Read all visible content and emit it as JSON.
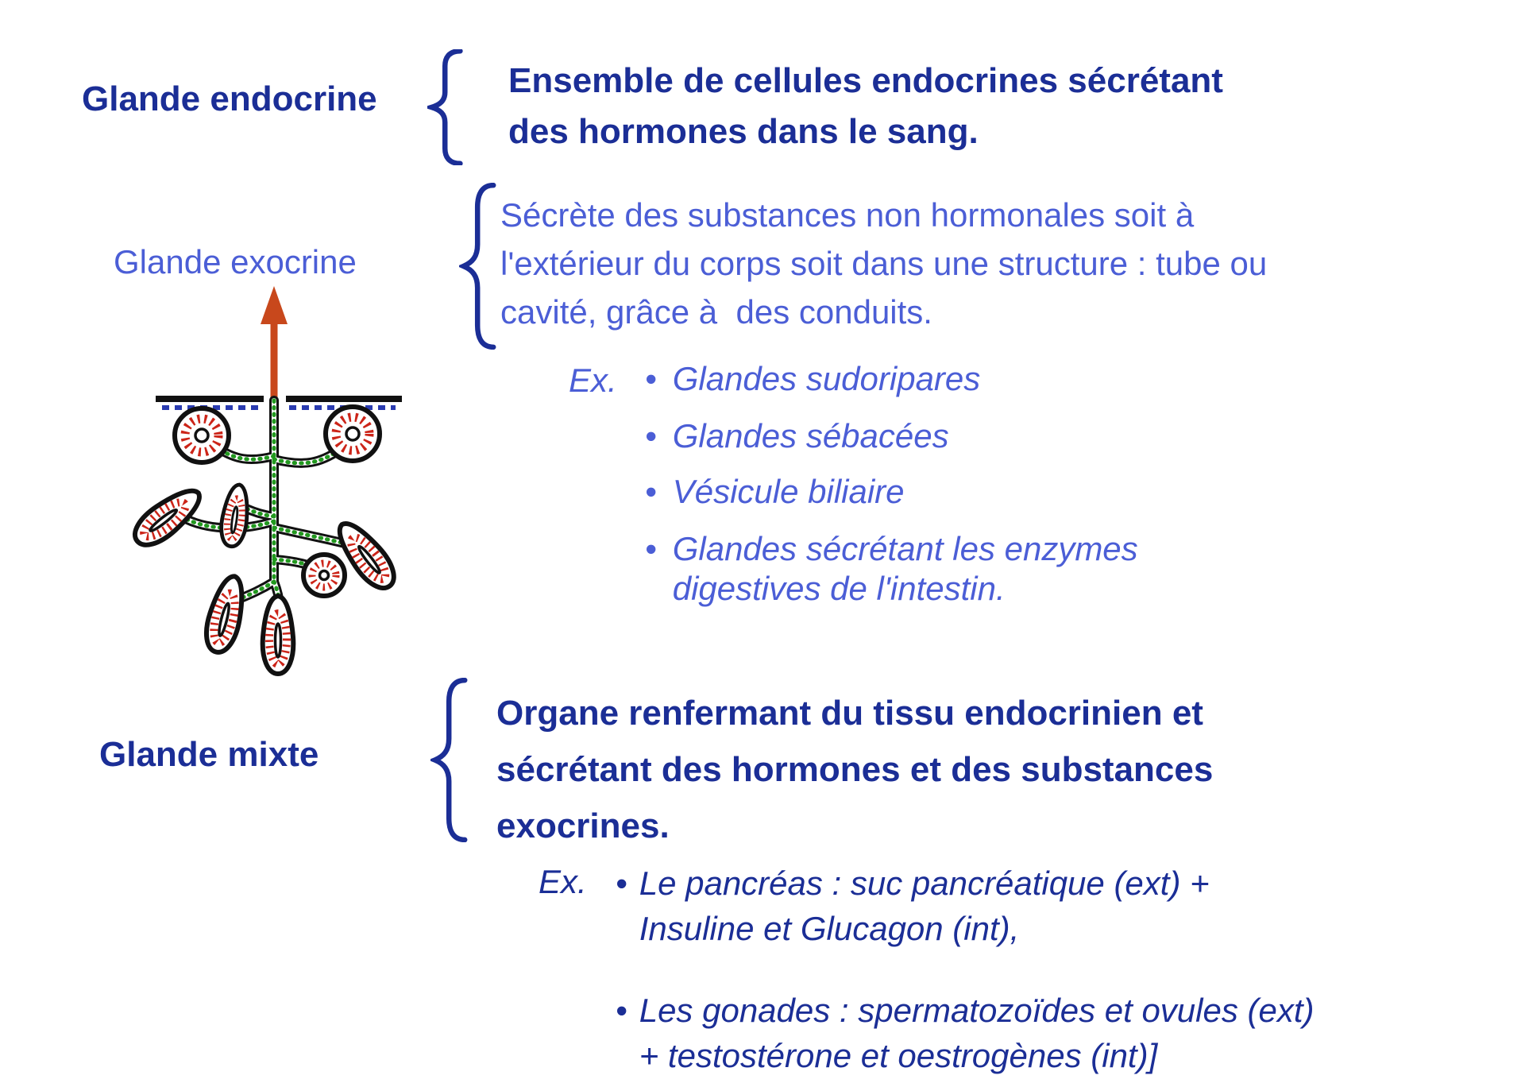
{
  "slide": {
    "background": "#ffffff",
    "colors": {
      "dark_blue": "#1b2e96",
      "medium_blue": "#4b5ed6",
      "arrow_orange": "#c8481c",
      "acinus_red": "#cc2418",
      "duct_green": "#22991f",
      "surface_blue": "#2a3bb0"
    }
  },
  "glyphs": {
    "bullet": "•"
  },
  "figure": {
    "name": "exocrine-gland-diagram",
    "arrow_icon": "up-arrow"
  },
  "sections": {
    "endocrine": {
      "label": "Glande endocrine",
      "definition_lines": [
        "Ensemble de cellules endocrines sécrétant",
        "des hormones dans le sang."
      ]
    },
    "exocrine": {
      "label": "Glande exocrine",
      "definition_lines": [
        "Sécrète des substances non hormonales soit à",
        "l'extérieur du corps soit dans une structure : tube ou",
        "cavité, grâce à  des conduits."
      ],
      "examples_label": "Ex.",
      "examples": [
        {
          "lines": [
            "Glandes sudoripares"
          ]
        },
        {
          "lines": [
            "Glandes sébacées"
          ]
        },
        {
          "lines": [
            "Vésicule biliaire"
          ]
        },
        {
          "lines": [
            "Glandes sécrétant les enzymes",
            "digestives de l'intestin."
          ]
        }
      ]
    },
    "mixte": {
      "label": "Glande mixte",
      "definition_lines": [
        "Organe renfermant du tissu endocrinien et",
        "sécrétant des hormones et des substances",
        "exocrines."
      ],
      "examples_label": "Ex.",
      "examples": [
        {
          "lines": [
            "Le pancréas : suc pancréatique (ext) +",
            "Insuline et Glucagon (int),"
          ]
        },
        {
          "lines": [
            "Les gonades : spermatozoïdes et ovules (ext)",
            "+ testostérone et oestrogènes (int)]"
          ]
        }
      ]
    }
  }
}
